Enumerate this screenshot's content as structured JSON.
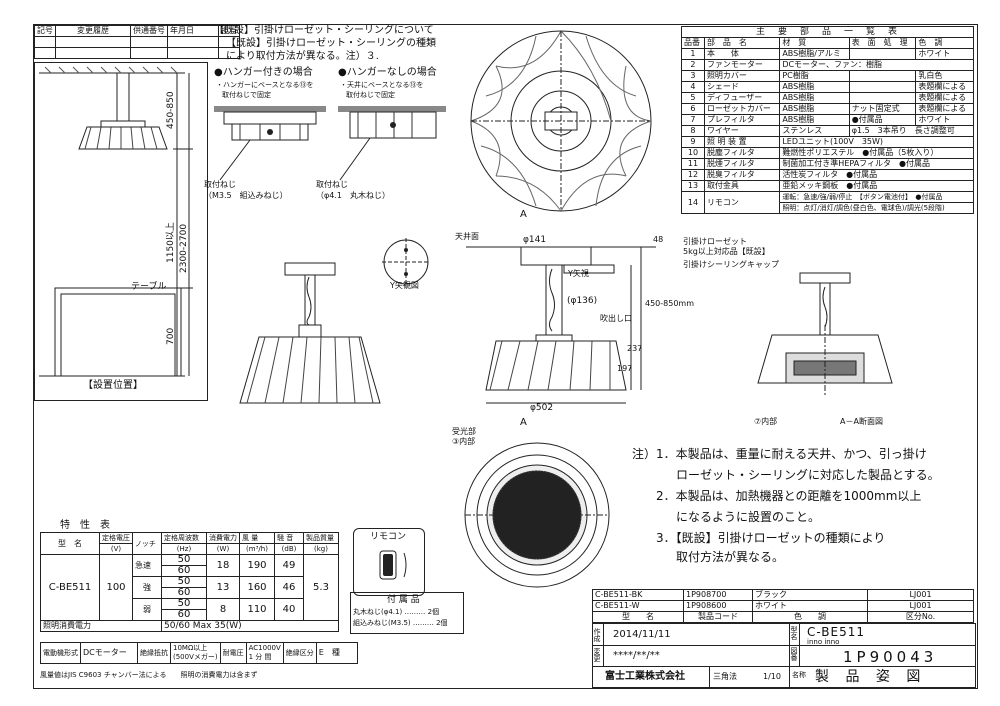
{
  "revision": {
    "headers": [
      "記号",
      "変更履歴",
      "供通番号",
      "年月日",
      "担当"
    ]
  },
  "install_position": {
    "title": "【設置位置】",
    "dims": [
      "450-850",
      "1150以上",
      "2300-2700",
      "700"
    ],
    "table_label": "テーブル"
  },
  "note_head": {
    "line1": "【既設】引掛けローゼット・シーリングについて",
    "line2": "【既設】引掛けローゼット・シーリングの種類",
    "line3": "により取付方法が異なる。注）３.",
    "hanger_with": "●ハンガー付きの場合",
    "hanger_without": "●ハンガーなしの場合",
    "hanger_with_note1": "・ハンガーにベースとなる⑬を",
    "hanger_with_note2": "取付ねじで固定",
    "hanger_without_note1": "・天井にベースとなる⑬を",
    "hanger_without_note2": "取付ねじで固定",
    "screw_label": "取付ねじ",
    "screw_a": "（M3.5　組込みねじ）",
    "screw_b": "（φ4.1　丸木ねじ）"
  },
  "views": {
    "y_view": "Y矢視図",
    "ceiling": "天井面",
    "phi141": "φ141",
    "phi136": "(φ136)",
    "phi502": "φ502",
    "y_arrow": "Y矢視",
    "outlet": "吹出し口",
    "dim48": "48",
    "dim237": "237",
    "dim197": "197",
    "dim450850": "450-850mm",
    "a_mark": "A",
    "light_part": "受光部",
    "inner_part": "③内部",
    "hook_rosette": "引掛けローゼット",
    "hook_rosette_note": "5kg以上対応品【既設】",
    "hook_cap": "引掛けシーリングキャップ",
    "inner7": "⑦内部",
    "section_aa": "A－A断面図"
  },
  "parts": {
    "title": "主　要　部　品　一　覧　表",
    "headers": [
      "品番",
      "部　品　名",
      "材　質",
      "表　面　処　理",
      "色　調"
    ],
    "rows": [
      [
        "1",
        "本　　体",
        "ABS樹脂/アルミ",
        "",
        "ホワイト"
      ],
      [
        "2",
        "ファンモーター",
        "DCモーター、ファン：樹脂",
        "",
        ""
      ],
      [
        "3",
        "照明カバー",
        "PC樹脂",
        "",
        "乳白色"
      ],
      [
        "4",
        "シェード",
        "ABS樹脂",
        "",
        "表題欄による"
      ],
      [
        "5",
        "ディフューザー",
        "ABS樹脂",
        "",
        "表題欄による"
      ],
      [
        "6",
        "ローゼットカバー",
        "ABS樹脂",
        "ナット固定式",
        "表題欄による"
      ],
      [
        "7",
        "プレフィルタ",
        "ABS樹脂",
        "●付属品",
        "ホワイト"
      ],
      [
        "8",
        "ワイヤー",
        "ステンレス",
        "φ1.5　3本吊り　長さ調整可",
        ""
      ],
      [
        "9",
        "照 明 装 置",
        "LEDユニット(100V　35W)",
        "",
        ""
      ],
      [
        "10",
        "脱塵フィルタ",
        "難燃性ポリエステル　●付属品（5枚入り）",
        "",
        ""
      ],
      [
        "11",
        "脱煙フィルタ",
        "制菌加工付き準HEPAフィルタ　●付属品",
        "",
        ""
      ],
      [
        "12",
        "脱臭フィルタ",
        "活性炭フィルタ　●付属品",
        "",
        ""
      ],
      [
        "13",
        "取付金具",
        "亜鉛メッキ鋼板　●付属品",
        "",
        ""
      ],
      [
        "14",
        "リモコン",
        "運転：急速/強/弱/停止　【ボタン電池付】　●付属品",
        "",
        ""
      ]
    ],
    "row14b": "照明：点灯/消灯/調色(昼白色、電球色)/調光(5段階)"
  },
  "notes": [
    "注）1．本製品は、重量に耐える天井、かつ、引っ掛け",
    "ローゼット・シーリングに対応した製品とする。",
    "2．本製品は、加熱機器との距離を1000mm以上",
    "になるように設置のこと。",
    "3．【既設】引掛けローゼットの種類により",
    "取付方法が異なる。"
  ],
  "specs": {
    "title": "特　性　表",
    "h_model": "型　名",
    "h_volt": "定格電圧",
    "h_volt_unit": "(V)",
    "h_notch": "ノッチ",
    "h_freq": "定格周波数",
    "h_freq_unit": "(Hz)",
    "h_power": "消費電力",
    "h_power_unit": "(W)",
    "h_air": "風 量",
    "h_air_unit": "(m³/h)",
    "h_noise": "騒 音",
    "h_noise_unit": "(dB)",
    "h_mass": "製品質量",
    "h_mass_unit": "(kg)",
    "model": "C-BE511",
    "volt": "100",
    "mass": "5.3",
    "rows": [
      {
        "notch": "急速",
        "f1": "50",
        "f2": "60",
        "w": "18",
        "air": "190",
        "db": "49"
      },
      {
        "notch": "強",
        "f1": "50",
        "f2": "60",
        "w": "13",
        "air": "160",
        "db": "46"
      },
      {
        "notch": "弱",
        "f1": "50",
        "f2": "60",
        "w": "8",
        "air": "110",
        "db": "40"
      }
    ],
    "light_label": "照明消費電力",
    "light_value": "50/60 Max 35(W)",
    "motor_label": "電動機形式",
    "motor_value": "DCモーター",
    "insul_label": "絶縁抵抗",
    "insul_value1": "10MΩ以上",
    "insul_value2": "(500Vメガー)",
    "withstand_label": "耐電圧",
    "withstand_value1": "AC1000V",
    "withstand_value2": "1 分 間",
    "class_label": "絶縁区分",
    "class_value": "E　種",
    "footnote": "風量値はJIS C9603 チャンバー法による　　照明の消費電力は含まず"
  },
  "remote": {
    "label": "リモコン"
  },
  "accessories": {
    "title": "付 属 品",
    "line1": "丸木ねじ(φ4.1) ……… 2個",
    "line2": "組込みねじ(M3.5) ……… 2個"
  },
  "titleblock": {
    "variants": [
      {
        "model": "C-BE511-BK",
        "code": "1P908700",
        "color": "ブラック",
        "class": "LJ001"
      },
      {
        "model": "C-BE511-W",
        "code": "1P908600",
        "color": "ホワイト",
        "class": "LJ001"
      }
    ],
    "headers": [
      "型　　名",
      "製品コード",
      "色　　調",
      "区分No."
    ],
    "made_label": "作成",
    "date": "2014/11/11",
    "approve_label": "変更",
    "stars": "****/**/**",
    "company": "富士工業株式会社",
    "angle": "三角法",
    "scale": "1/10",
    "model_label": "型名",
    "model_value": "C-BE511",
    "model_sub": "inno inno",
    "number_label": "図番",
    "number_value": "1P90043",
    "name_label": "名称",
    "drawing_name": "製 品 姿 図"
  }
}
